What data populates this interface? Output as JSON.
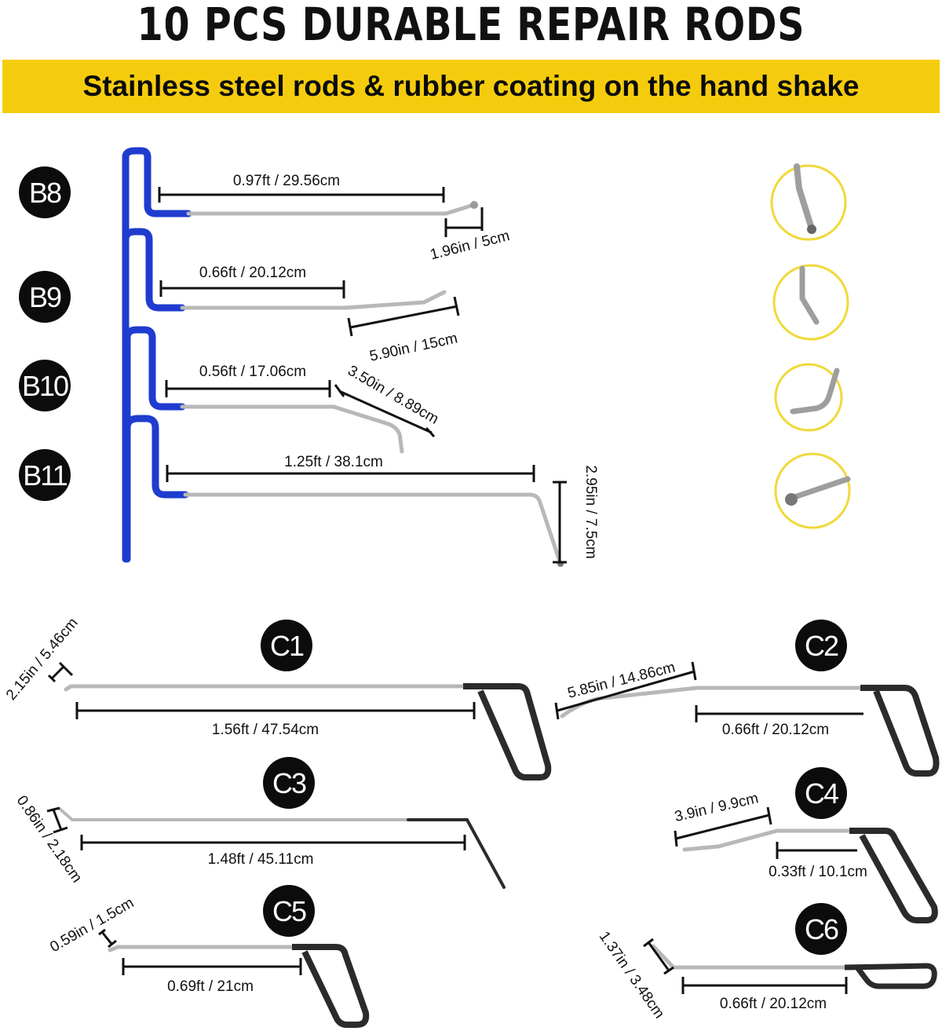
{
  "title": "10 PCS DURABLE REPAIR RODS",
  "subtitle": "Stainless steel rods & rubber coating on the hand shake",
  "colors": {
    "banner": "#f5cc0d",
    "handle_blue": "#1f3ccf",
    "handle_black": "#222222",
    "rod": "#b8b8b8",
    "circle_ring": "#f0d93a"
  },
  "rods": {
    "B8": {
      "label": "B8",
      "length": "0.97ft / 29.56cm",
      "tip": "1.96in / 5cm"
    },
    "B9": {
      "label": "B9",
      "length": "0.66ft / 20.12cm",
      "tip": "5.90in / 15cm"
    },
    "B10": {
      "label": "B10",
      "length": "0.56ft / 17.06cm",
      "tip": "3.50in / 8.89cm"
    },
    "B11": {
      "label": "B11",
      "length": "1.25ft / 38.1cm",
      "tip": "2.95in / 7.5cm"
    },
    "C1": {
      "label": "C1",
      "length": "1.56ft / 47.54cm",
      "tip": "2.15in / 5.46cm"
    },
    "C2": {
      "label": "C2",
      "length": "0.66ft / 20.12cm",
      "tip": "5.85in / 14.86cm"
    },
    "C3": {
      "label": "C3",
      "length": "1.48ft / 45.11cm",
      "tip": "0.86in / 2.18cm"
    },
    "C4": {
      "label": "C4",
      "length": "0.33ft / 10.1cm",
      "tip": "3.9in / 9.9cm"
    },
    "C5": {
      "label": "C5",
      "length": "0.69ft / 21cm",
      "tip": "0.59in / 1.5cm"
    },
    "C6": {
      "label": "C6",
      "length": "0.66ft / 20.12cm",
      "tip": "1.37in / 3.48cm"
    }
  },
  "tip_closeups": [
    "ball-bend-tip-icon",
    "angled-tip-icon",
    "hook-tip-icon",
    "ball-tip-icon"
  ]
}
